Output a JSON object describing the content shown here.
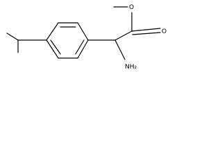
{
  "molecule": {
    "atoms": {
      "ether_oxygen": "O",
      "carbonyl_oxygen": "O",
      "amine": "NH₂"
    }
  }
}
